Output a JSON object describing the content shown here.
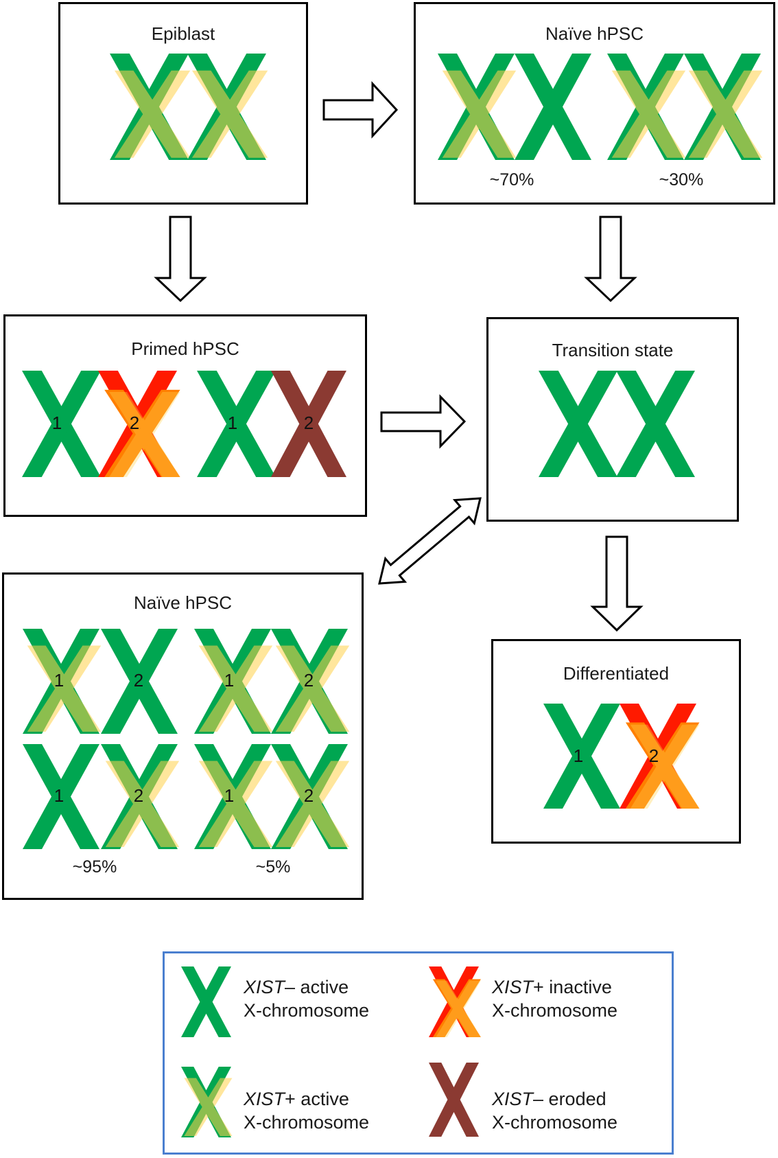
{
  "colors": {
    "active": "#00a651",
    "xist_active_overlay": "#ffd24d",
    "xist_active_mix": "#8cb631",
    "inactive_red": "#ff1a00",
    "inactive_orange": "#ff7f00",
    "eroded": "#8b3a32",
    "legend_border": "#4a7fcf"
  },
  "boxes": {
    "epiblast": {
      "title": "Epiblast"
    },
    "naive_top": {
      "title": "Naïve hPSC",
      "pct_left": "~70%",
      "pct_right": "~30%"
    },
    "primed": {
      "title": "Primed hPSC"
    },
    "transition": {
      "title": "Transition state"
    },
    "naive_bottom": {
      "title": "Naïve hPSC",
      "pct_left": "~95%",
      "pct_right": "~5%"
    },
    "differentiated": {
      "title": "Differentiated"
    }
  },
  "chromosome_numbers": {
    "one": "1",
    "two": "2"
  },
  "legend": {
    "items": [
      {
        "gene": "XIST",
        "sign": "–",
        "label": " active",
        "line2": "X-chromosome",
        "icon": "active-x-icon"
      },
      {
        "gene": "XIST",
        "sign": "+",
        "label": " inactive",
        "line2": "X-chromosome",
        "icon": "inactive-x-icon"
      },
      {
        "gene": "XIST",
        "sign": "+",
        "label": " active",
        "line2": "X-chromosome",
        "icon": "xist-active-x-icon"
      },
      {
        "gene": "XIST",
        "sign": "–",
        "label": " eroded",
        "line2": "X-chromosome",
        "icon": "eroded-x-icon"
      }
    ]
  }
}
